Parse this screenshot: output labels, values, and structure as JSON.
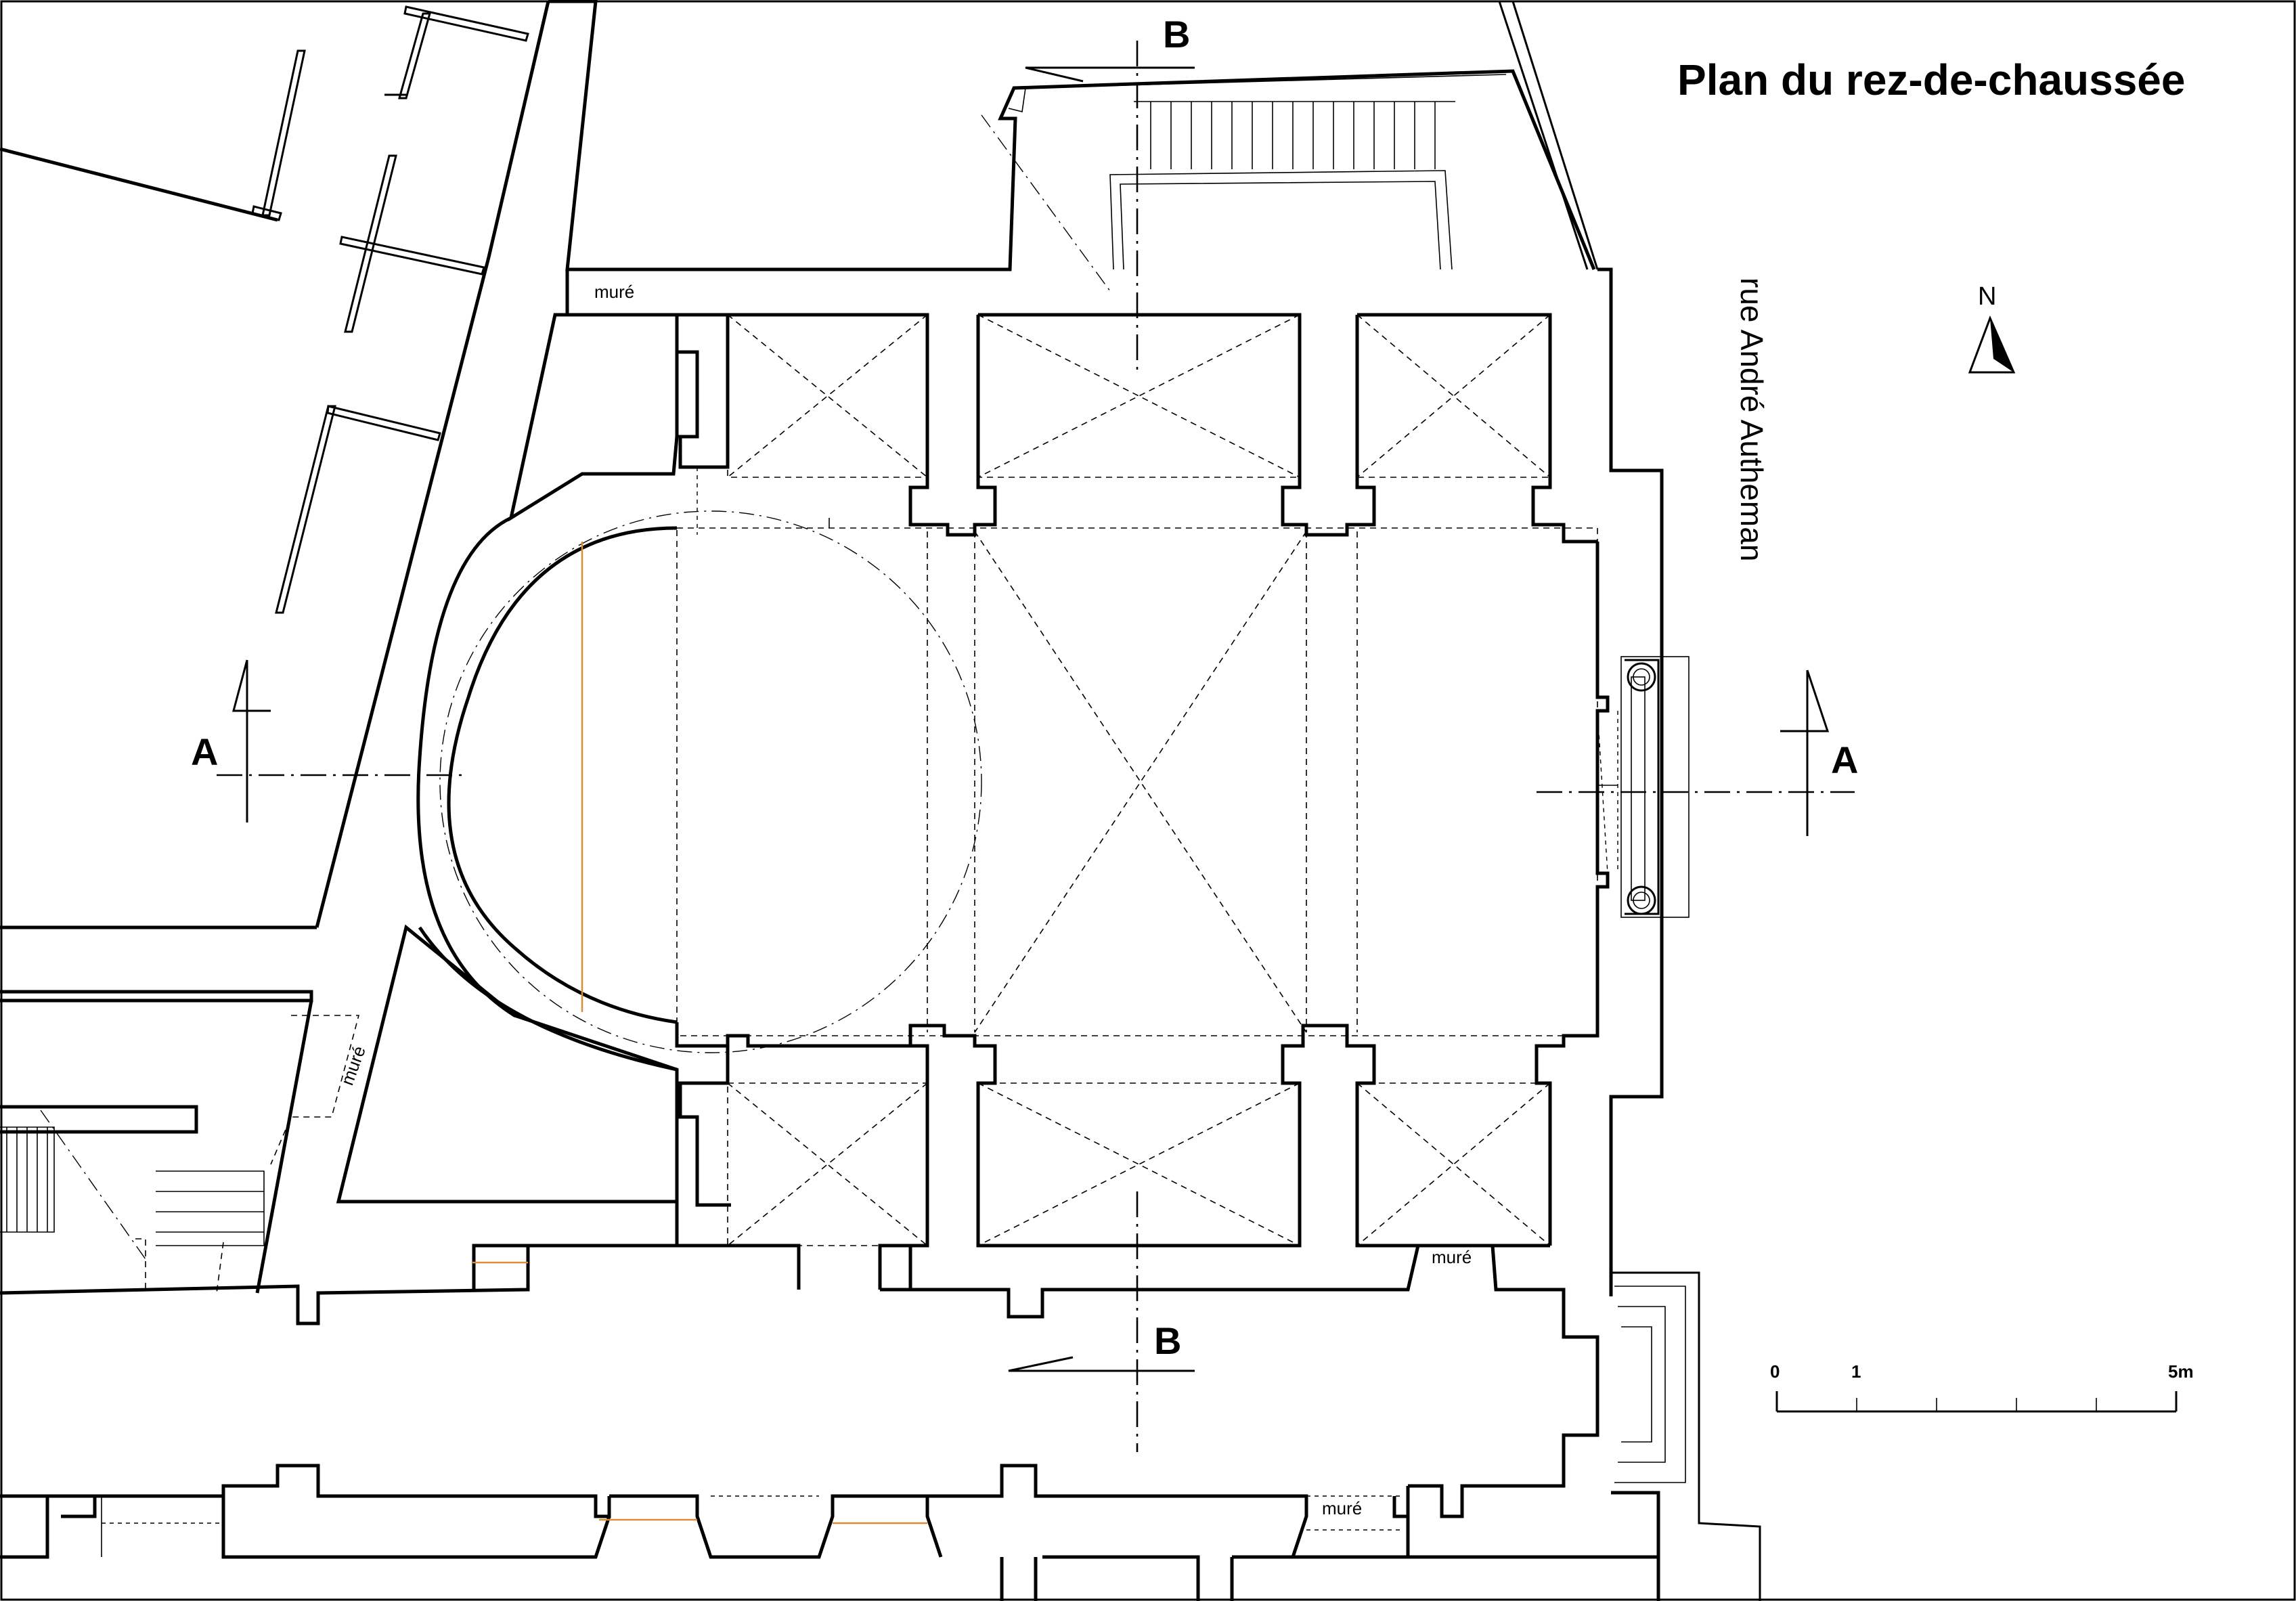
{
  "title": "Plan du rez-de-chaussée",
  "street_name": "rue André Autheman",
  "north_label": "N",
  "sections": {
    "a_left": "A",
    "a_right": "A",
    "b_top": "B",
    "b_bottom": "B"
  },
  "annotations": {
    "mure_1": "muré",
    "mure_2": "muré",
    "mure_3": "muré",
    "mure_4": "muré"
  },
  "scale": {
    "zero": "0",
    "one": "1",
    "five": "5m"
  },
  "colors": {
    "ink": "#000000",
    "background": "#ffffff",
    "accent_orange": "#d98c3a"
  }
}
